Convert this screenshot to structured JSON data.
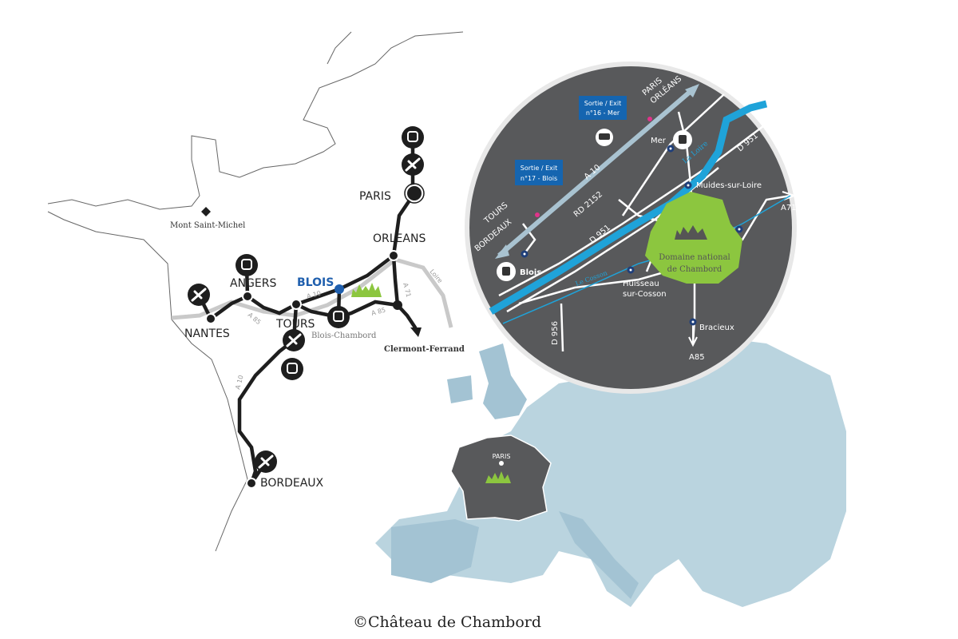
{
  "colors": {
    "route": "#1e1e1e",
    "inset_bg": "#58595b",
    "loire": "#1fa3d9",
    "domain_green": "#8cc63f",
    "europe": "#a9c7d6",
    "france": "#58595b",
    "blois_blue": "#1f5fae",
    "exit_box": "#1565b0",
    "exit_marker": "#e0338a"
  },
  "france_map": {
    "cities": {
      "paris": "PARIS",
      "orleans": "ORLEANS",
      "blois": "BLOIS",
      "tours": "TOURS",
      "angers": "ANGERS",
      "nantes": "NANTES",
      "bordeaux": "BORDEAUX"
    },
    "places": {
      "mont_saint_michel": "Mont Saint-Michel",
      "blois_chambord": "Blois-Chambord",
      "clermont_ferrand": "Clermont-Ferrand"
    },
    "roads": {
      "a10_north": "A 10",
      "a85_west": "A 85",
      "a85_east": "A 85",
      "a71": "A 71",
      "a10_south": "A 10",
      "loire": "Loire"
    }
  },
  "inset": {
    "exit16": {
      "line1": "Sortie / Exit",
      "line2": "n°16 - Mer"
    },
    "exit17": {
      "line1": "Sortie / Exit",
      "line2": "n°17 - Blois"
    },
    "dir_paris": "PARIS",
    "dir_orleans": "ORLÉANS",
    "dir_tours": "TOURS",
    "dir_bordeaux": "BORDEAUX",
    "a10": "A 10",
    "rd2152": "RD 2152",
    "d951_a": "D 951",
    "d951_b": "D 951",
    "d956": "D 956",
    "a71": "A71",
    "a85": "A85",
    "loire": "La Loire",
    "cosson": "Le Cosson",
    "mer": "Mer",
    "muides": "Muides-sur-Loire",
    "blois": "Blois",
    "huisseau1": "Huisseau",
    "huisseau2": "sur-Cosson",
    "bracieux": "Bracieux",
    "domain1": "Domaine national",
    "domain2": "de Chambord"
  },
  "europe_map": {
    "paris": "PARIS"
  },
  "credit": "©Château de Chambord"
}
